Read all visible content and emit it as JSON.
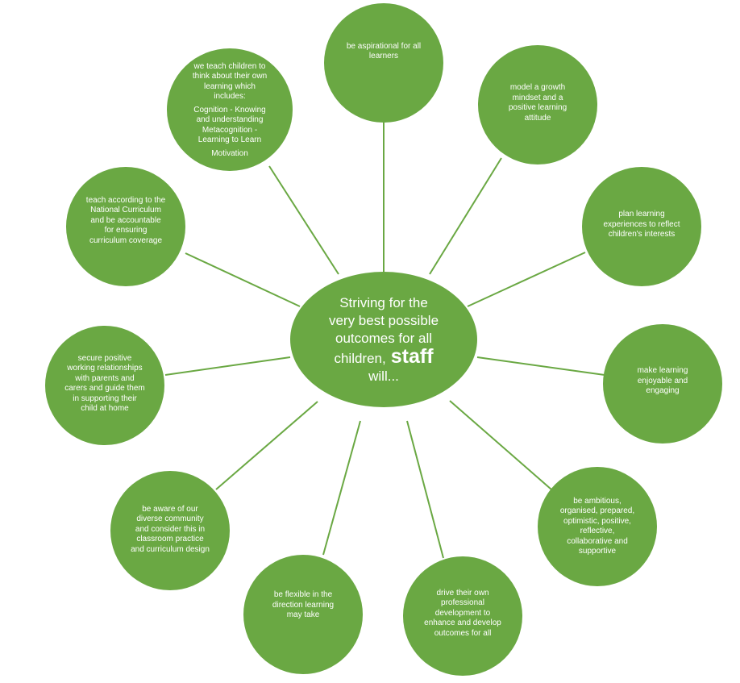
{
  "colors": {
    "circle_fill": "#6aa843",
    "text": "#ffffff",
    "connector": "#6aa843"
  },
  "center": {
    "line1": "Striving for the",
    "line2": "very best possible",
    "line3": "outcomes for all",
    "line4_prefix": "children,",
    "line4_emphasis": "staff",
    "line5": "will..."
  },
  "nodes": {
    "aspirational": {
      "lines": [
        "be aspirational for all",
        "learners"
      ]
    },
    "growth_mindset": {
      "lines": [
        "model a growth",
        "mindset and a",
        "positive learning",
        "attitude"
      ]
    },
    "plan_learning": {
      "lines": [
        "plan learning",
        "experiences to reflect",
        "children's interests"
      ]
    },
    "enjoyable": {
      "lines": [
        "make learning",
        "enjoyable and",
        "engaging"
      ]
    },
    "ambitious": {
      "lines": [
        "be ambitious,",
        "organised, prepared,",
        "optimistic, positive,",
        "reflective,",
        "collaborative and",
        "supportive"
      ]
    },
    "professional_dev": {
      "lines": [
        "drive their own",
        "professional",
        "development to",
        "enhance and develop",
        "outcomes for all"
      ]
    },
    "flexible": {
      "lines": [
        "be flexible in the",
        "direction learning",
        "may take"
      ]
    },
    "diverse_community": {
      "lines": [
        "be aware of our",
        "diverse community",
        "and consider this in",
        "classroom practice",
        "and curriculum design"
      ]
    },
    "relationships": {
      "lines": [
        "secure positive",
        "working relationships",
        "with parents and",
        "carers and guide them",
        "in supporting their",
        "child at home"
      ]
    },
    "curriculum": {
      "lines": [
        "teach according to the",
        "National Curriculum",
        "and be accountable",
        "for ensuring",
        "curriculum coverage"
      ]
    },
    "metacognition": {
      "lines_a": [
        "we teach children to",
        "think about their own",
        "learning which",
        "includes:"
      ],
      "lines_b": [
        "Cognition - Knowing",
        "and understanding",
        "Metacognition -",
        "Learning to Learn"
      ],
      "lines_c": [
        "Motivation"
      ]
    }
  }
}
